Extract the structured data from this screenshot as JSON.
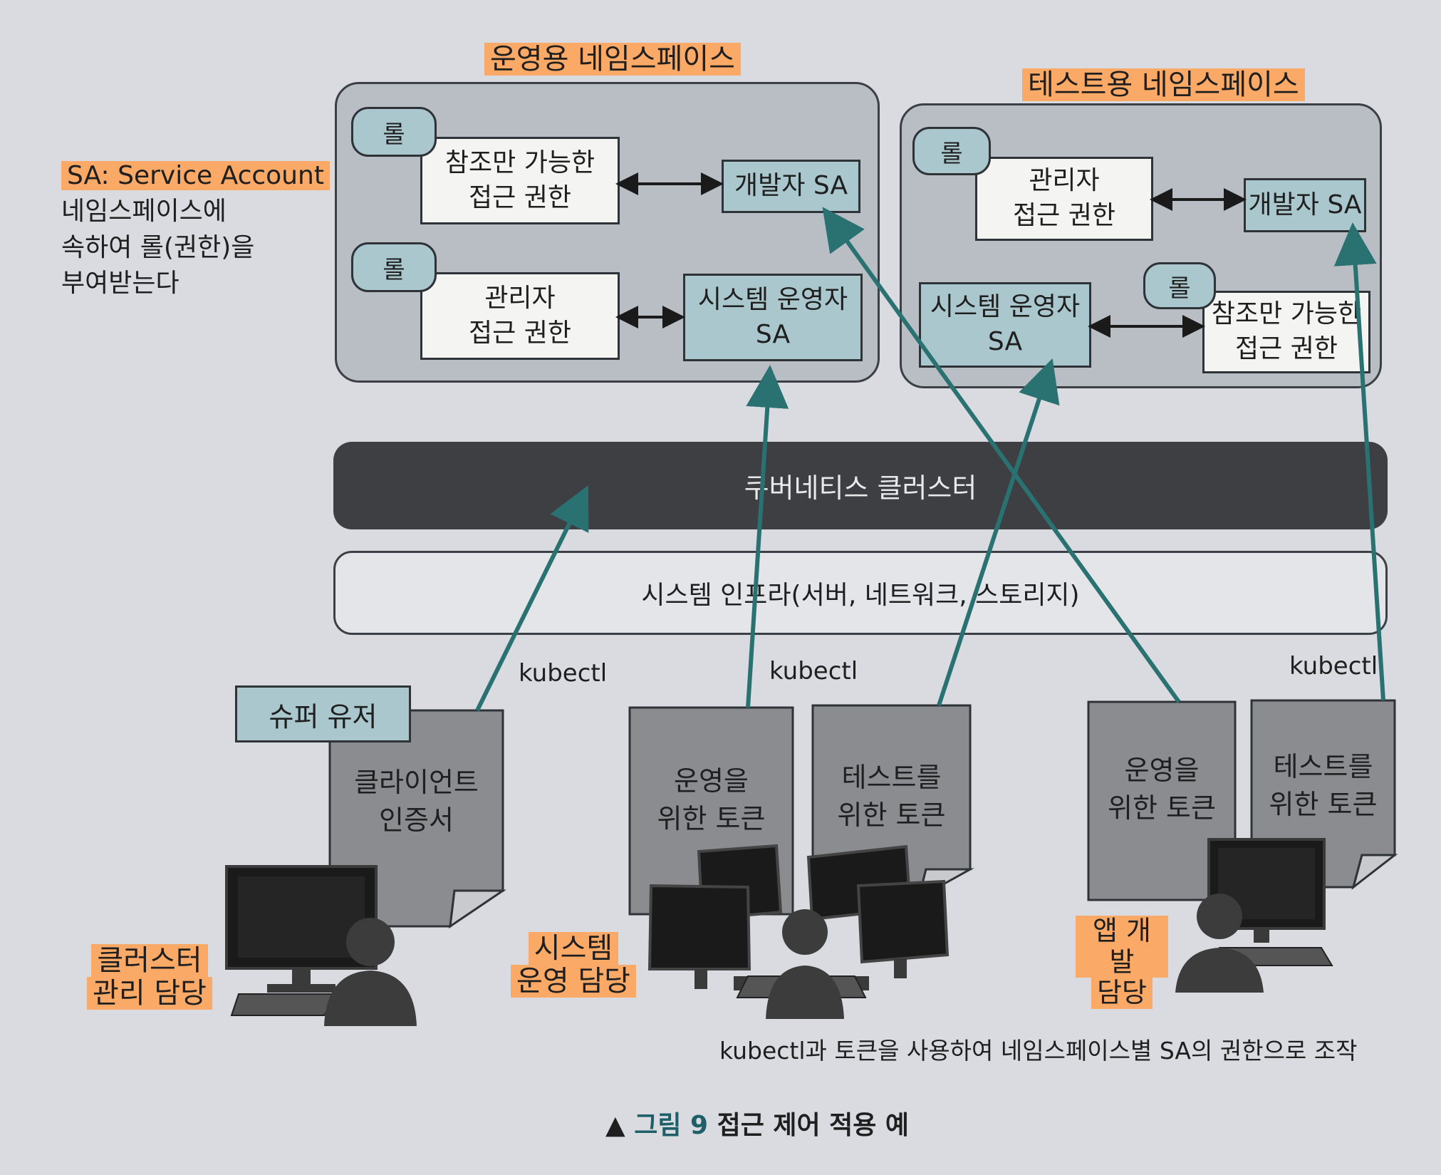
{
  "side_note": {
    "title": "SA: Service Account",
    "lines": [
      "네임스페이스에",
      "속하여 롤(권한)을",
      "부여받는다"
    ]
  },
  "namespaces": {
    "prod": {
      "title": "운영용 네임스페이스",
      "role1": "롤",
      "perm1": [
        "참조만 가능한",
        "접근 권한"
      ],
      "sa1": "개발자 SA",
      "role2": "롤",
      "perm2": [
        "관리자",
        "접근 권한"
      ],
      "sa2": [
        "시스템 운영자",
        "SA"
      ]
    },
    "test": {
      "title": "테스트용 네임스페이스",
      "role1": "롤",
      "perm1": [
        "관리자",
        "접근 권한"
      ],
      "sa1": "개발자 SA",
      "sa2": [
        "시스템 운영자",
        "SA"
      ],
      "role2": "롤",
      "perm2": [
        "참조만 가능한",
        "접근 권한"
      ]
    }
  },
  "cluster": "쿠버네티스 클러스터",
  "infra": "시스템 인프라(서버, 네트워크, 스토리지)",
  "kubectl_labels": [
    "kubectl",
    "kubectl",
    "kubectl"
  ],
  "super_user": {
    "tag": "슈퍼 유저",
    "doc": [
      "클라이언트",
      "인증서"
    ],
    "person": [
      "클러스터",
      "관리 담당"
    ]
  },
  "sys_ops": {
    "doc1": [
      "운영을",
      "위한 토큰"
    ],
    "doc2": [
      "테스트를",
      "위한 토큰"
    ],
    "person": [
      "시스템",
      "운영 담당"
    ]
  },
  "app_dev": {
    "doc1": [
      "운영을",
      "위한 토큰"
    ],
    "doc2": [
      "테스트를",
      "위한 토큰"
    ],
    "person": [
      "앱 개발",
      "담당"
    ]
  },
  "bottom_note": "kubectl과 토큰을 사용하여 네임스페이스별 SA의 권한으로 조작",
  "caption": {
    "marker": "▲",
    "figure": "그림 9",
    "text": "접근 제어 적용 예"
  },
  "colors": {
    "arrow": "#2a7272",
    "highlight": "#ffa050",
    "role_fill": "#a9c7cd",
    "cluster_fill": "#3d3f43"
  }
}
